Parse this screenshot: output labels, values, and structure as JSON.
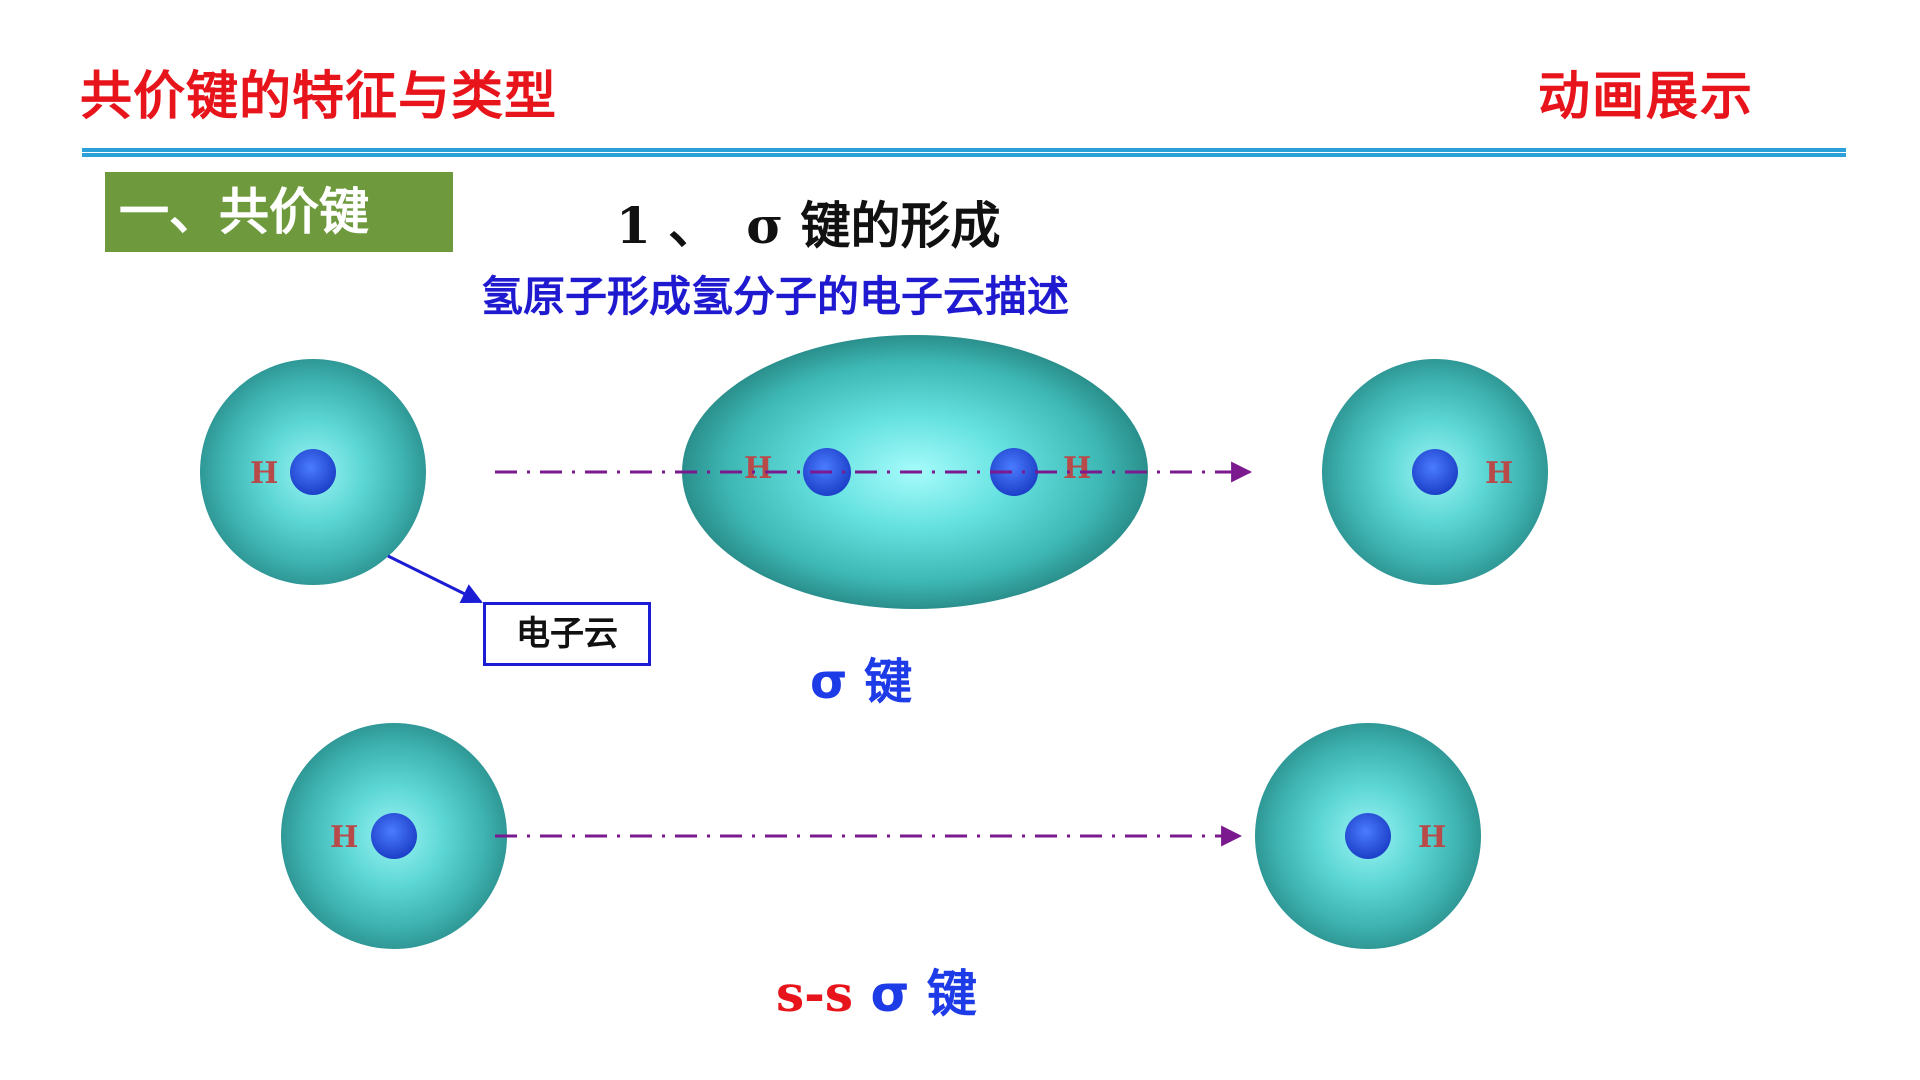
{
  "header": {
    "title": "共价键的特征与类型",
    "animation_label": "动画展示"
  },
  "section": {
    "label": "一、共价键"
  },
  "content": {
    "heading_number": "1 、",
    "heading_text": "σ 键的形成",
    "subtitle": "氢原子形成氢分子的电子云描述"
  },
  "diagram": {
    "atom_label": "H",
    "cloud_callout": "电子云",
    "bond_label_1": "σ 键",
    "bond_label_2_prefix": "s-s",
    "bond_label_2_suffix": "σ 键"
  },
  "colors": {
    "title_red": "#e8141b",
    "divider_blue": "#2a9fd8",
    "section_green": "#6e9a3d",
    "subtitle_blue": "#1f1ad0",
    "cloud_teal": "#45c0c0",
    "nucleus_blue": "#2855e0",
    "arrow_purple": "#7b1a8f"
  }
}
